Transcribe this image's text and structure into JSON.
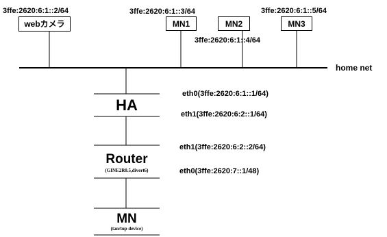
{
  "network": {
    "name": "home net",
    "hosts": [
      {
        "label": "webカメラ",
        "address": "3ffe:2620:6:1::2/64"
      },
      {
        "label": "MN1",
        "address": "3ffe:2620:6:1::3/64"
      },
      {
        "label": "MN2",
        "address": "3ffe:2620:6:1::4/64"
      },
      {
        "label": "MN3",
        "address": "3ffe:2620:6:1::5/64"
      }
    ]
  },
  "nodes": {
    "ha": {
      "label": "HA",
      "eth0": "eth0(3ffe:2620:6:1::1/64)",
      "eth1": "eth1(3ffe:2620:6:2::1/64)"
    },
    "router": {
      "label": "Router",
      "sublabel": "(GINE2R0.5,divert6)",
      "eth1": "eth1(3ffe:2620:6:2::2/64)",
      "eth0": "eth0(3ffe:2620:7::1/48)"
    },
    "mn": {
      "label": "MN",
      "sublabel": "(tan/tup device)"
    }
  }
}
